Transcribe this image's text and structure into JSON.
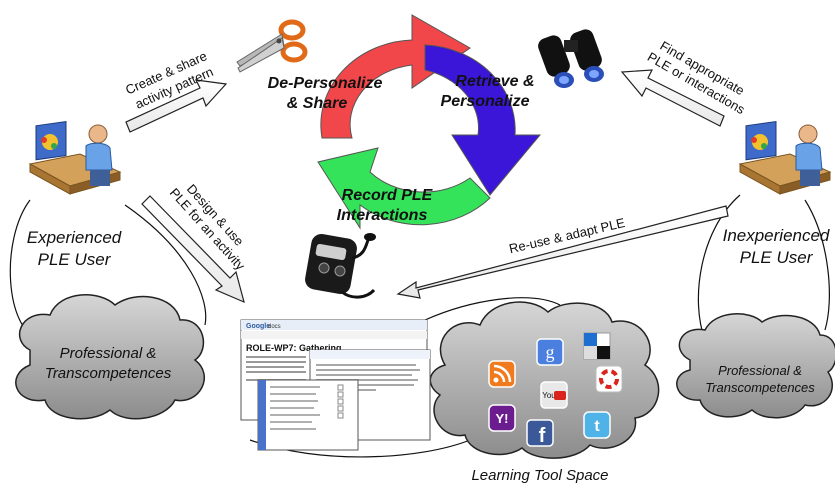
{
  "cycle": {
    "top_left": "De-Personalize",
    "top_left_2": "& Share",
    "top_right": "Retrieve &",
    "top_right_2": "Personalize",
    "bottom": "Record PLE",
    "bottom_2": "Interactions",
    "colors": {
      "red": "#f2474a",
      "blue": "#3b16d9",
      "green": "#35e35a"
    }
  },
  "left_user": {
    "line1": "Experienced",
    "line2": "PLE User"
  },
  "right_user": {
    "line1": "Inexperienced",
    "line2": "PLE User"
  },
  "arrows": {
    "create_share_1": "Create & share",
    "create_share_2": "activity pattern",
    "design_use_1": "Design & use",
    "design_use_2": "PLE for an activity",
    "find_1": "Find appropriate",
    "find_2": "PLE or interactions",
    "reuse": "Re-use & adapt PLE"
  },
  "clouds": {
    "left_1": "Professional &",
    "left_2": "Transcompetences",
    "right_1": "Professional &",
    "right_2": "Transcompetences"
  },
  "tool_space": "Learning Tool Space",
  "screenshot_title": "ROLE-WP7: Gathering"
}
